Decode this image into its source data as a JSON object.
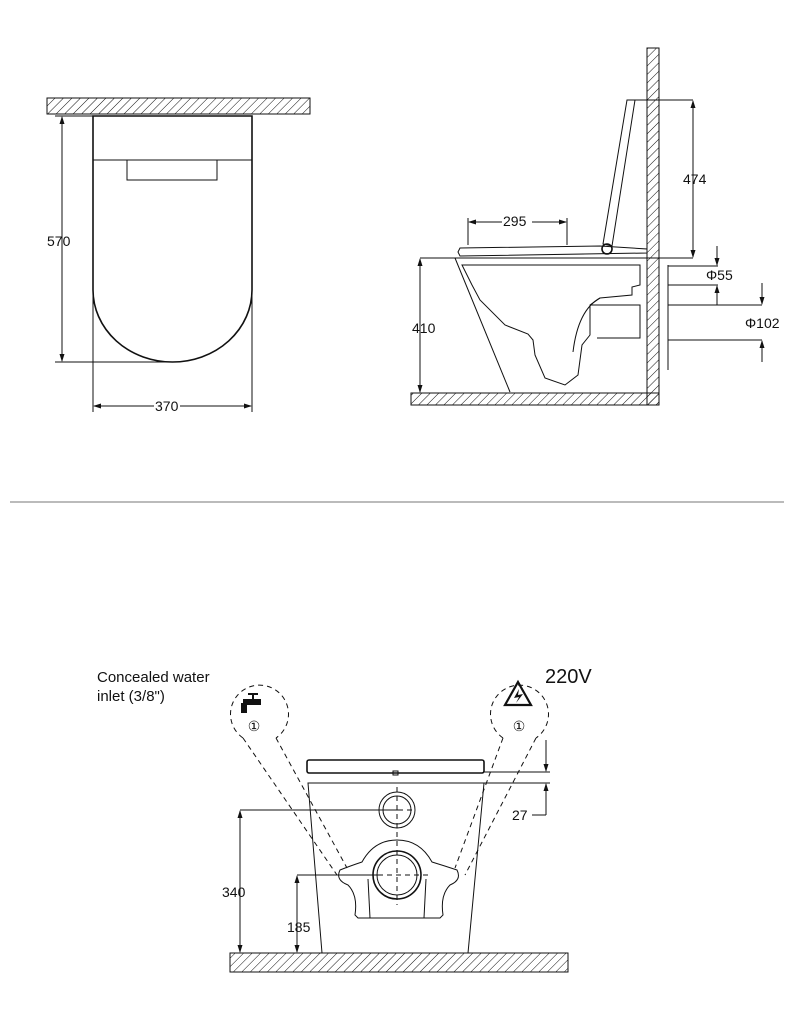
{
  "top_view": {
    "depth": "570",
    "width": "370"
  },
  "side_view": {
    "seat_depth": "295",
    "lid_height": "474",
    "seat_height": "410",
    "inlet_diameter": "Φ55",
    "outlet_diameter": "Φ102"
  },
  "front_view": {
    "water_label_line1": "Concealed water",
    "water_label_line2": "inlet (3/8\")",
    "water_marker": "①",
    "power_label": "220V",
    "power_marker": "①",
    "inlet_height": "340",
    "outlet_height": "185",
    "seat_offset": "27"
  }
}
